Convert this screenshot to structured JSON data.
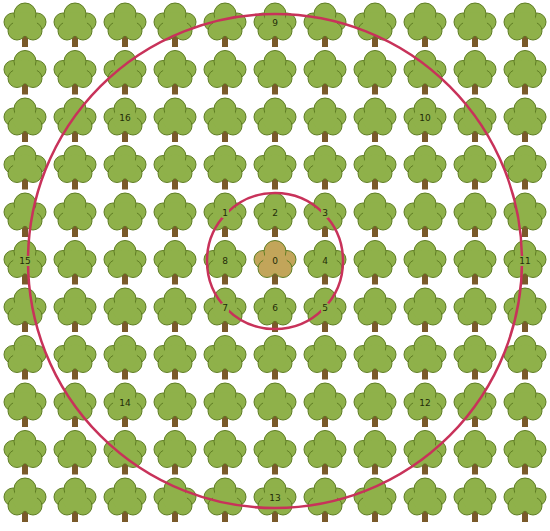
{
  "diagram": {
    "labels": [
      "9",
      "16",
      "10",
      "1",
      "2",
      "3",
      "15",
      "8",
      "0",
      "4",
      "11",
      "7",
      "6",
      "5",
      "14",
      "12",
      "13"
    ]
  }
}
